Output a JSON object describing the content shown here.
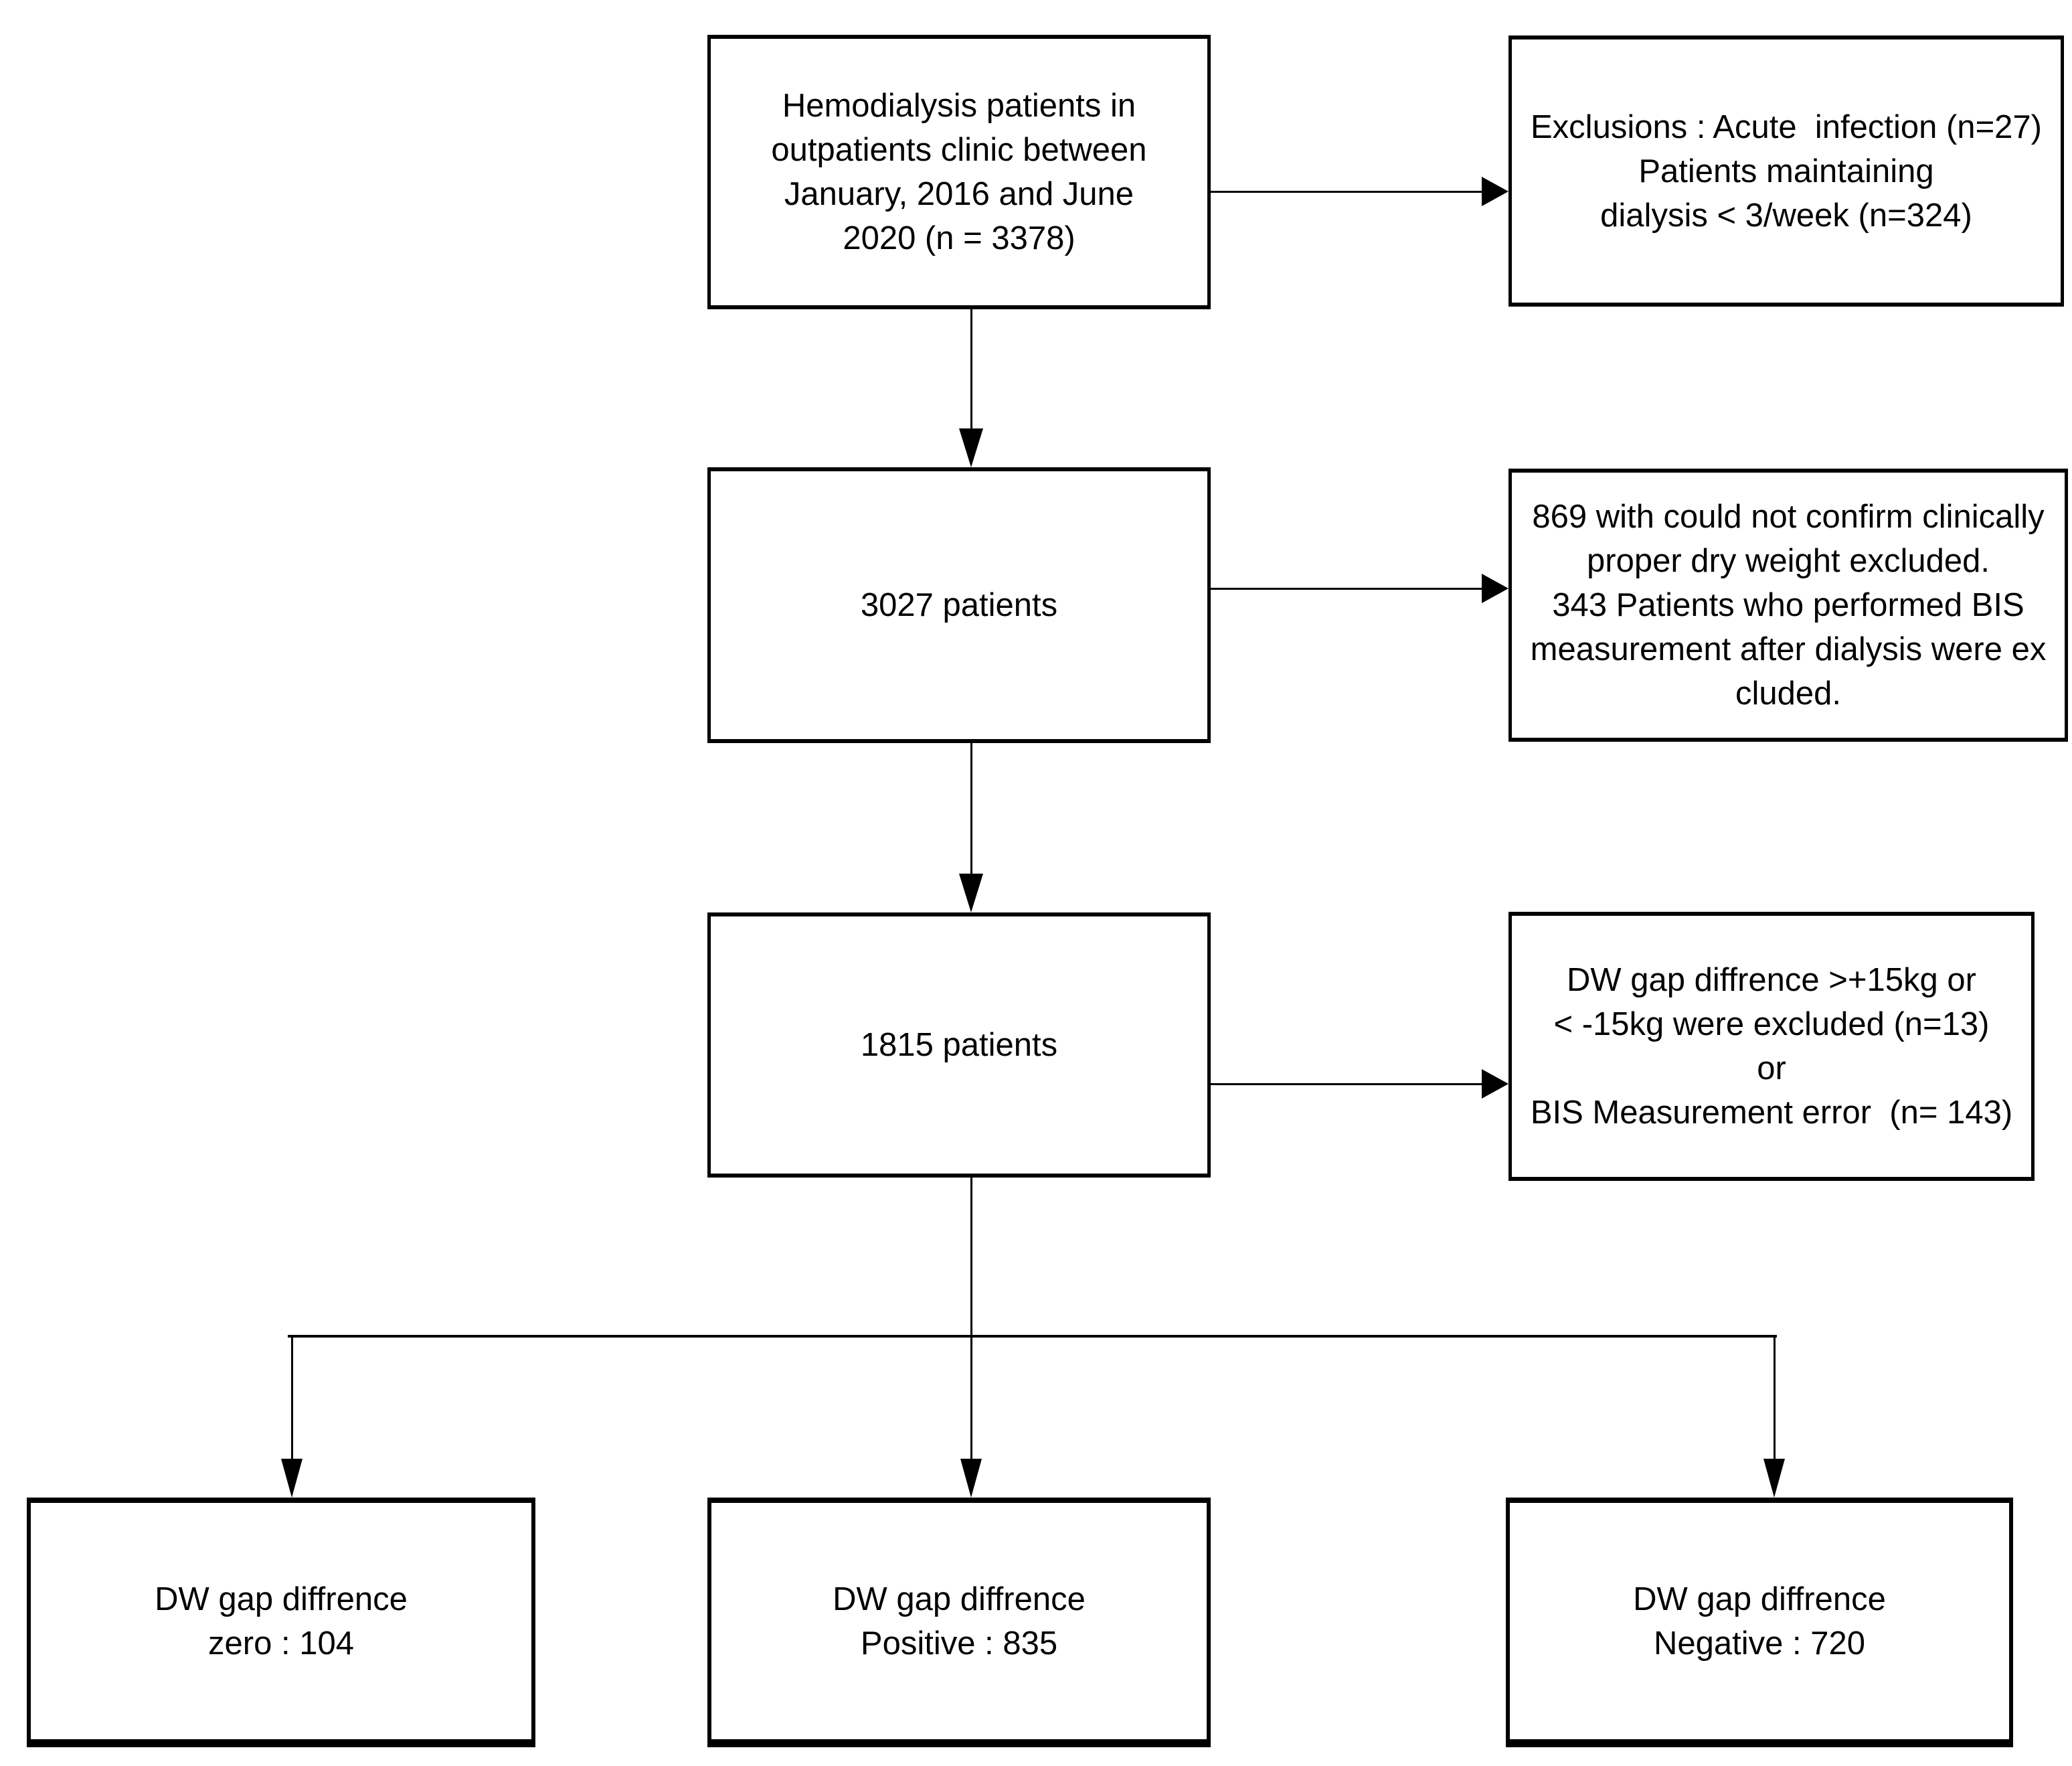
{
  "figure": {
    "ink_color": "#000000",
    "background_color": "#ffffff"
  },
  "boxes": {
    "enrollment": {
      "text": "Hemodialysis patients in\noutpatients clinic between\nJanuary, 2016 and June\n2020 (n = 3378)"
    },
    "exclusion_1": {
      "text": "Exclusions : Acute  infection (n=27)\nPatients maintaining\ndialysis < 3/week (n=324)"
    },
    "cohort_3027": {
      "text": "3027 patients"
    },
    "exclusion_2": {
      "text": "869 with could not confirm clinically\nproper dry weight excluded.\n343 Patients who performed BIS\nmeasurement after dialysis were ex\ncluded."
    },
    "cohort_1815": {
      "text": "1815 patients"
    },
    "exclusion_3": {
      "text": "DW gap diffrence >+15kg or\n< -15kg were excluded (n=13)\nor\nBIS Measurement error  (n= 143)"
    },
    "outcome_zero": {
      "text": "DW gap diffrence\nzero : 104"
    },
    "outcome_positive": {
      "text": "DW gap diffrence\nPositive : 835"
    },
    "outcome_negative": {
      "text": "DW gap diffrence\nNegative : 720"
    }
  }
}
